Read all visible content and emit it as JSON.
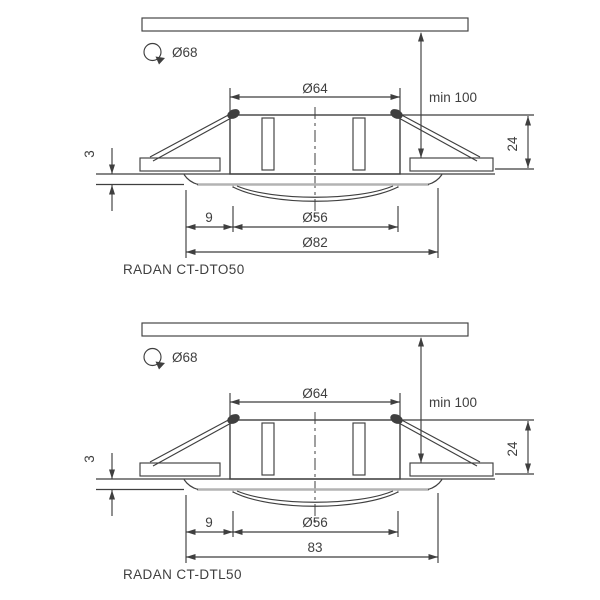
{
  "page": {
    "colors": {
      "background": "#ffffff",
      "line": "#3f3f3f",
      "flange": "#b3b3b3"
    }
  },
  "diagrams": [
    {
      "label": "RADAN CT-DTO50",
      "hole_icon": "hole-cutout-icon",
      "hole_diameter": "Ø68",
      "dims": {
        "top_diameter": "Ø64",
        "recess_depth": "min 100",
        "housing_height": "24",
        "trim_protrusion": "3",
        "rim_width": "9",
        "inner_diameter": "Ø56",
        "overall_diameter": "Ø82"
      }
    },
    {
      "label": "RADAN CT-DTL50",
      "hole_icon": "hole-cutout-icon",
      "hole_diameter": "Ø68",
      "dims": {
        "top_diameter": "Ø64",
        "recess_depth": "min 100",
        "housing_height": "24",
        "trim_protrusion": "3",
        "rim_width": "9",
        "inner_diameter": "Ø56",
        "overall_diameter": "83"
      }
    }
  ]
}
